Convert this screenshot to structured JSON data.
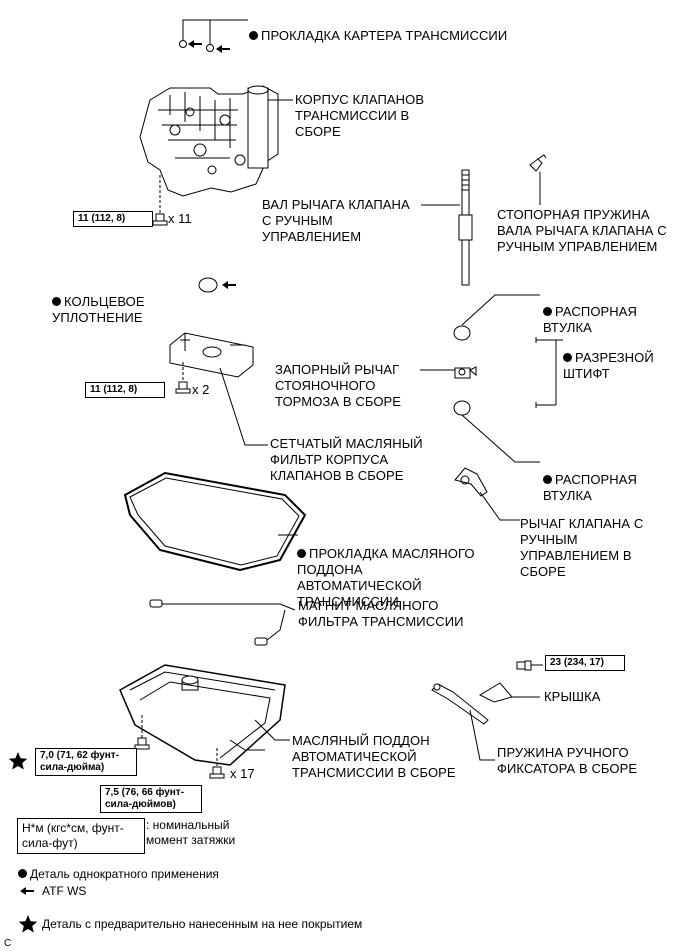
{
  "labels": {
    "pan_gasket": "ПРОКЛАДКА КАРТЕРА ТРАНСМИССИИ",
    "valve_body": "КОРПУС КЛАПАНОВ\nТРАНСМИССИИ В\nСБОРЕ",
    "manual_shaft": "ВАЛ РЫЧАГА КЛАПАНА\nС РУЧНЫМ\nУПРАВЛЕНИЕМ",
    "retaining_spring": "СТОПОРНАЯ ПРУЖИНА\nВАЛА РЫЧАГА КЛАПАНА С\nРУЧНЫМ УПРАВЛЕНИЕМ",
    "o_ring": "КОЛЬЦЕВОЕ\nУПЛОТНЕНИЕ",
    "spacer_top": "РАСПОРНАЯ\nВТУЛКА",
    "slotted_pin": "РАЗРЕЗНОЙ\nШТИФТ",
    "parking_lock": "ЗАПОРНЫЙ РЫЧАГ\nСТОЯНОЧНОГО\nТОРМОЗА В СБОРЕ",
    "strainer": "СЕТЧАТЫЙ МАСЛЯНЫЙ\nФИЛЬТР КОРПУСА\nКЛАПАНОВ В СБОРЕ",
    "spacer_bottom": "РАСПОРНАЯ\nВТУЛКА",
    "manual_lever": "РЫЧАГ КЛАПАНА С\nРУЧНЫМ\nУПРАВЛЕНИЕМ В\nСБОРЕ",
    "oil_pan_gasket": "ПРОКЛАДКА МАСЛЯНОГО\nПОДДОНА\nАВТОМАТИЧЕСКОЙ\nТРАНСМИССИИ",
    "magnet": "МАГНИТ МАСЛЯНОГО\nФИЛЬТРА ТРАНСМИССИИ",
    "cover": "КРЫШКА",
    "oil_pan": "МАСЛЯНЫЙ ПОДДОН\nАВТОМАТИЧЕСКОЙ\nТРАНСМИССИИ В СБОРЕ",
    "detent_spring": "ПРУЖИНА РУЧНОГО\nФИКСАТОРА В СБОРЕ"
  },
  "torques": {
    "valve_body": "11 (112, 8)",
    "strainer": "11 (112, 8)",
    "cover": "23 (234, 17)",
    "pan_star": "7,0 (71, 62 фунт-\nсила-дюйма)",
    "pan": "7,5 (76, 66 фунт-\nсила-дюймов)"
  },
  "quantities": {
    "valve_body": "x 11",
    "strainer": "x 2",
    "pan": "x 17"
  },
  "legend": {
    "torque_box": "Н*м (кгс*см, фунт-\nсила-фут)",
    "torque_desc": ": номинальный\nмомент затяжки",
    "non_reusable": "Деталь однократного применения",
    "atf": "ATF WS",
    "precoated": "Деталь с предварительно нанесенным на нее покрытием"
  },
  "corner_mark": "C"
}
